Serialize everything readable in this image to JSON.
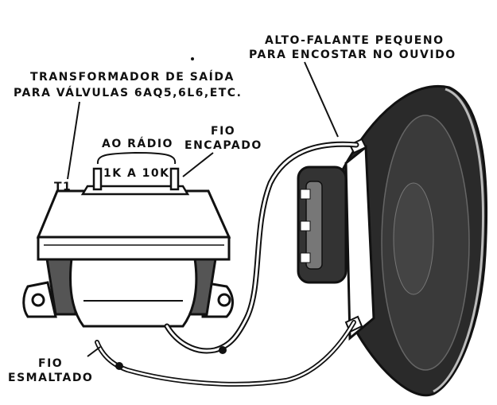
{
  "labels": {
    "speaker_line1": "ALTO-FALANTE PEQUENO",
    "speaker_line2": "PARA  ENCOSTAR NO OUVIDO",
    "transformer_line1": "TRANSFORMADOR DE SAÍDA",
    "transformer_line2": "PARA VÁLVULAS 6AQ5,6L6,ETC.",
    "radio": "AO RÁDIO",
    "fio_encapado_1": "FIO",
    "fio_encapado_2": "ENCAPADO",
    "impedance": "1K A 10K",
    "t1": "T1",
    "fio_esmaltado_1": "FIO",
    "fio_esmaltado_2": "ESMALTADO"
  },
  "colors": {
    "ink": "#111111",
    "paper": "#ffffff",
    "cone": "#2a2a2a",
    "shade": "#555555"
  }
}
